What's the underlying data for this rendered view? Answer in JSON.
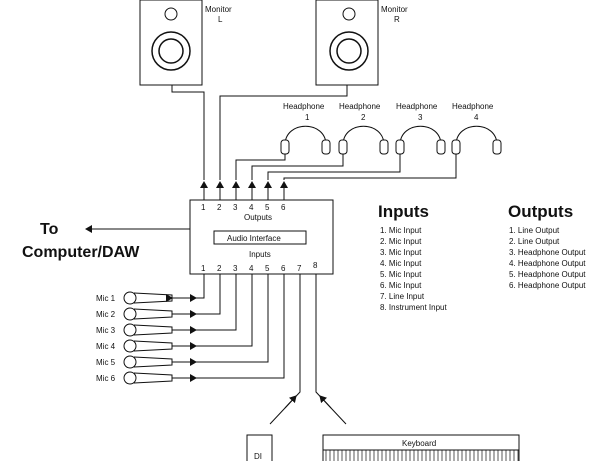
{
  "monitors": [
    {
      "label": "Monitor",
      "sub": "L"
    },
    {
      "label": "Monitor",
      "sub": "R"
    }
  ],
  "headphones": [
    {
      "label": "Headphone",
      "num": "1"
    },
    {
      "label": "Headphone",
      "num": "2"
    },
    {
      "label": "Headphone",
      "num": "3"
    },
    {
      "label": "Headphone",
      "num": "4"
    }
  ],
  "interface": {
    "title": "Audio Interface",
    "outputs_label": "Outputs",
    "inputs_label": "Inputs",
    "output_ports": [
      "1",
      "2",
      "3",
      "4",
      "5",
      "6"
    ],
    "input_ports": [
      "1",
      "2",
      "3",
      "4",
      "5",
      "6",
      "7",
      "8"
    ]
  },
  "computer": {
    "line1": "To",
    "line2": "Computer/DAW"
  },
  "mics": [
    "Mic 1",
    "Mic 2",
    "Mic 3",
    "Mic 4",
    "Mic 5",
    "Mic 6"
  ],
  "di": {
    "label": "DI"
  },
  "keyboard": {
    "label": "Keyboard"
  },
  "inputs_list": {
    "title": "Inputs",
    "items": [
      "1. Mic Input",
      "2. Mic Input",
      "3. Mic Input",
      "4. Mic Input",
      "5. Mic Input",
      "6. Mic Input",
      "7. Line Input",
      "8. Instrument Input"
    ]
  },
  "outputs_list": {
    "title": "Outputs",
    "items": [
      "1. Line Output",
      "2. Line Output",
      "3. Headphone Output",
      "4. Headphone Output",
      "5. Headphone Output",
      "6. Headphone Output"
    ]
  }
}
